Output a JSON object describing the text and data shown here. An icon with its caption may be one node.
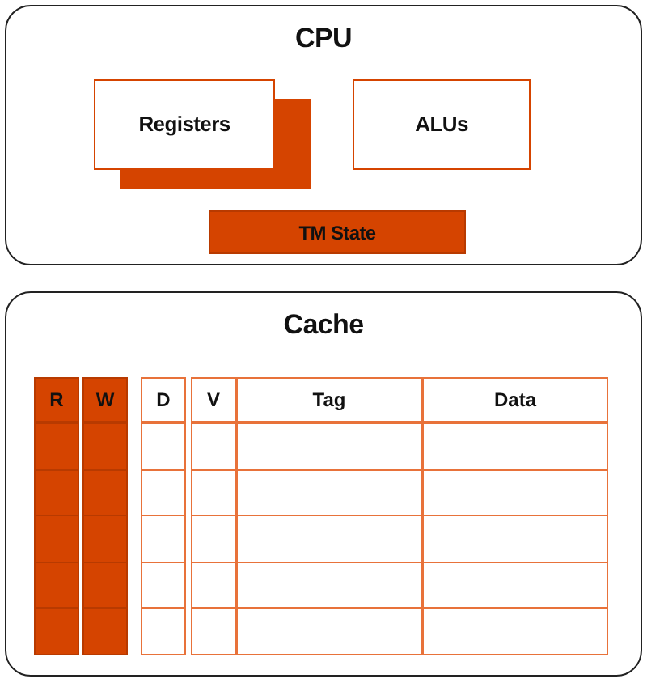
{
  "diagram": {
    "nodes": [
      {
        "text": [
          "CPU"
        ]
      },
      {
        "text": [
          "Registers"
        ],
        "in": 0
      },
      {
        "text": [
          "ALUs"
        ],
        "in": 0
      },
      {
        "text": [
          "TM State"
        ],
        "in": 0
      },
      {
        "text": [
          "Cache"
        ]
      }
    ],
    "labels": [
      "R",
      "W",
      "D",
      "V",
      "Tag",
      "Data"
    ]
  }
}
